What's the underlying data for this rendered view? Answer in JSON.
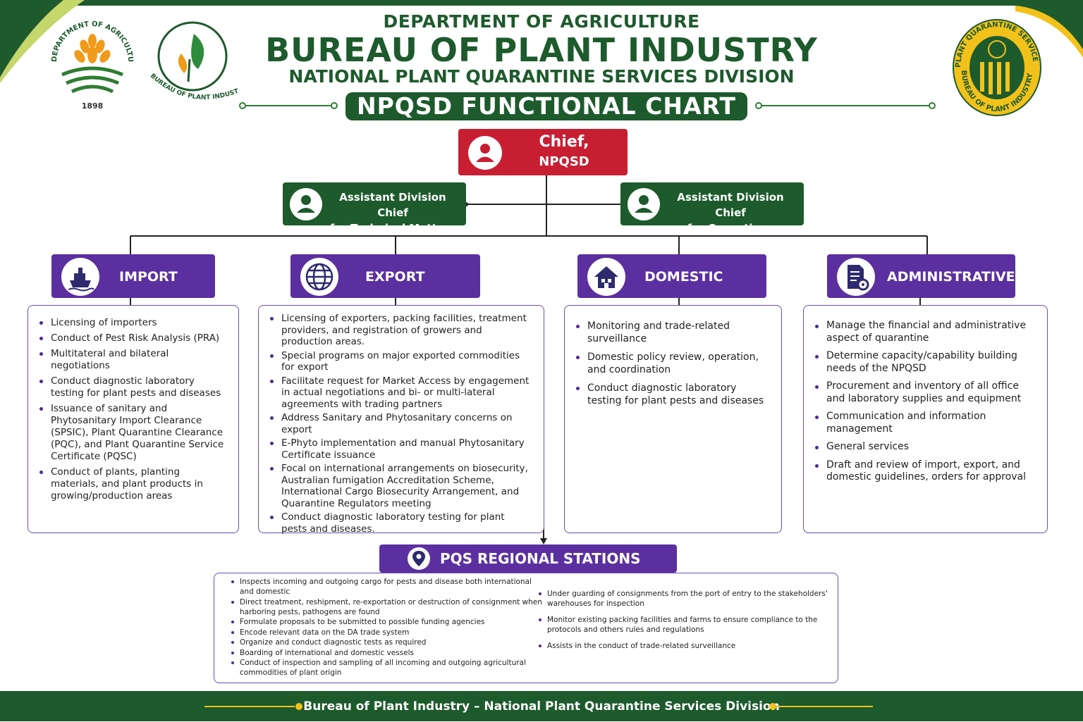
{
  "header": {
    "department": "DEPARTMENT OF AGRICULTURE",
    "bureau": "BUREAU OF PLANT INDUSTRY",
    "division": "NATIONAL PLANT QUARANTINE SERVICES DIVISION",
    "chart_title": "NPQSD FUNCTIONAL CHART"
  },
  "logos": {
    "da_text": "DEPARTMENT OF AGRICULTURE",
    "da_year": "1898",
    "bpi_text": "BUREAU OF PLANT INDUSTRY",
    "pqs_text_top": "PLANT QUARANTINE SERVICE",
    "pqs_text_bottom": "BUREAU OF PLANT INDUSTRY"
  },
  "chief": {
    "line1": "Chief,",
    "line2": "NPQSD",
    "icon": "person-icon"
  },
  "assistants": [
    {
      "line1": "Assistant Division Chief",
      "line2": "for Technical Matters",
      "icon": "person-icon"
    },
    {
      "line1": "Assistant Division Chief",
      "line2": "for Operations",
      "icon": "person-icon"
    }
  ],
  "sections": [
    {
      "label": "IMPORT",
      "icon": "ship-icon",
      "items": [
        "Licensing of importers",
        "Conduct of Pest Risk Analysis (PRA)",
        "Multitateral and bilateral negotiations",
        "Conduct diagnostic laboratory testing for plant pests and diseases",
        "Issuance of sanitary and Phytosanitary Import Clearance (SPSIC), Plant Quarantine Clearance (PQC), and Plant Quarantine Service Certificate (PQSC)",
        "Conduct of plants, planting materials, and plant products in growing/production areas"
      ]
    },
    {
      "label": "EXPORT",
      "icon": "globe-icon",
      "items": [
        "Licensing of exporters, packing facilities, treatment providers, and registration of growers and production areas.",
        "Special programs on major exported commodities for export",
        "Facilitate request for Market Access by engagement in actual negotiations and bi- or multi-lateral agreements with trading partners",
        "Address Sanitary and Phytosanitary concerns on export",
        "E-Phyto implementation and manual Phytosanitary Certificate issuance",
        "Focal on international arrangements on biosecurity, Australian fumigation Accreditation Scheme, International Cargo Biosecurity Arrangement, and Quarantine Regulators meeting",
        "Conduct diagnostic laboratory testing for plant pests and diseases."
      ]
    },
    {
      "label": "DOMESTIC",
      "icon": "house-icon",
      "items": [
        "Monitoring and trade-related surveillance",
        "Domestic policy review, operation, and coordination",
        "Conduct diagnostic laboratory testing for plant pests and diseases"
      ]
    },
    {
      "label": "ADMINISTRATIVE",
      "icon": "document-gear-icon",
      "items": [
        "Manage the financial and administrative aspect of quarantine",
        "Determine capacity/capability building needs of the NPQSD",
        "Procurement and inventory of all office and laboratory supplies and equipment",
        "Communication and information management",
        "General services",
        "Draft and review of import, export, and domestic guidelines, orders for approval"
      ]
    }
  ],
  "regional": {
    "label": "PQS REGIONAL STATIONS",
    "icon": "location-pin-icon",
    "left_items": [
      "Inspects incoming and outgoing cargo for pests and disease both international and domestic",
      "Direct treatment, reshipment, re-exportation or destruction of consignment when harboring pests, pathogens are found",
      "Formulate proposals to be submitted to possible funding agencies",
      "Encode relevant data on the DA trade system",
      "Organize and conduct diagnostic tests as required",
      "Boarding of international and domestic vessels",
      "Conduct of inspection and sampling of all incoming and outgoing agricultural commodities of plant origin"
    ],
    "right_items": [
      "Under guarding of consignments from the port of entry to the stakeholders' warehouses for inspection",
      "Monitor existing packing facilities and farms to ensure compliance to the protocols and others rules and regulations",
      "Assists in the conduct of trade-related surveillance"
    ]
  },
  "footer": {
    "text": "Bureau of Plant Industry – National Plant Quarantine Services Division"
  },
  "colors": {
    "green": "#1d5a2c",
    "red": "#c81e32",
    "purple": "#5b2fa0",
    "gold": "#f2c21b"
  }
}
